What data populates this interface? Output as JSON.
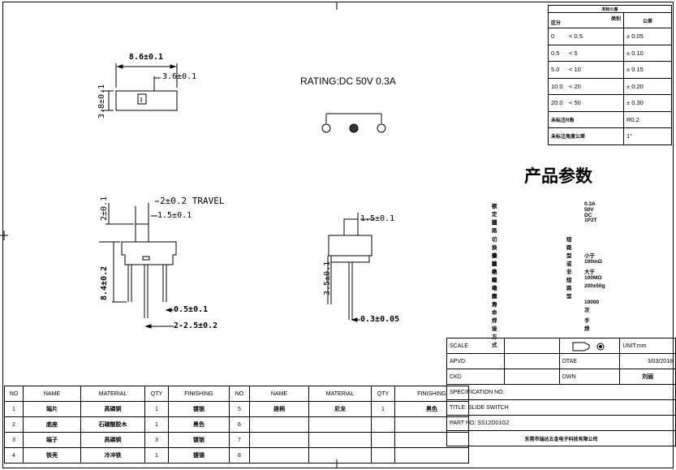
{
  "tolerance_table": {
    "header_title": "未标公差",
    "col1": "区分",
    "col1_sub": "类别",
    "col2": "公差",
    "rows": [
      {
        "a": "0",
        "b": "< 0.5",
        "tol": "± 0.05"
      },
      {
        "a": "0.5",
        "b": "< 5",
        "tol": "± 0.10"
      },
      {
        "a": "5.0",
        "b": "< 10",
        "tol": "± 0.15"
      },
      {
        "a": "10.0",
        "b": "< 20",
        "tol": "± 0.20"
      },
      {
        "a": "20.0",
        "b": "< 50",
        "tol": "± 0.30"
      }
    ],
    "extra": [
      {
        "label": "未标注R角",
        "value": "R0.2"
      },
      {
        "label": "未标注角度公差",
        "value": "1°"
      }
    ]
  },
  "rating": "RATING:DC 50V 0.3A",
  "dims": {
    "top_width": "8.6±0.1",
    "top_slot": "3.6±0.1",
    "top_height": "3.8±0.1",
    "travel": "2±0.2 TRAVEL",
    "actuator_h": "2±0.1",
    "actuator_w": "1.5±0.1",
    "total_h": "8.4±0.2",
    "pin_w": "0.5±0.1",
    "pin_pitch": "2-2.5±0.2",
    "side_act": "1.5±0.1",
    "side_h": "3.5±0.1",
    "side_pin": "0.3±0.05"
  },
  "params": {
    "title": "产品参数",
    "rows": [
      {
        "label": "额定值",
        "value": "0.3A 50V DC"
      },
      {
        "label": "回路",
        "value": "1P2T"
      },
      {
        "label": "切换类型",
        "value": "短路型或非短路型"
      },
      {
        "label": "接触电阻",
        "value": "小于100mΩ"
      },
      {
        "label": "绝缘电阻",
        "value": "大于100MΩ"
      },
      {
        "label": "动作力",
        "value": "200±50g"
      },
      {
        "label": "寿命",
        "value": "10000次"
      },
      {
        "label": "焊接方式",
        "value": "手焊"
      }
    ]
  },
  "title_block": {
    "scale": "SCALE",
    "unit": "UNIT:mm",
    "apvd": "APVD",
    "dtae": "DTAE",
    "date": "3/03/2018",
    "ckd": "CKD",
    "dwn": "DWN",
    "dwn_name": "刘丽",
    "spec": "SPECIFICATION NO.",
    "title": "TITLE:   SLIDE SWITCH",
    "part": "PART NO:    SS12D01G2",
    "company": "东莞市瑞达五金电子科技有限公司"
  },
  "bom": {
    "headers": [
      "NO",
      "NAME",
      "MATERIAL",
      "QTY",
      "FINISHING",
      "NO",
      "NAME",
      "MATERIAL",
      "QTY",
      "FINISHING"
    ],
    "rows": [
      [
        "1",
        "端片",
        "高磷铜",
        "1",
        "镀银",
        "5",
        "拨柄",
        "尼龙",
        "1",
        "黑色"
      ],
      [
        "2",
        "底座",
        "石碳酸胶木",
        "1",
        "黑色",
        "6",
        "",
        "",
        "",
        ""
      ],
      [
        "3",
        "端子",
        "高磷铜",
        "3",
        "镀银",
        "7",
        "",
        "",
        "",
        ""
      ],
      [
        "4",
        "铁壳",
        "冷冲铁",
        "1",
        "镀锡",
        "8",
        "",
        "",
        "",
        ""
      ]
    ]
  }
}
